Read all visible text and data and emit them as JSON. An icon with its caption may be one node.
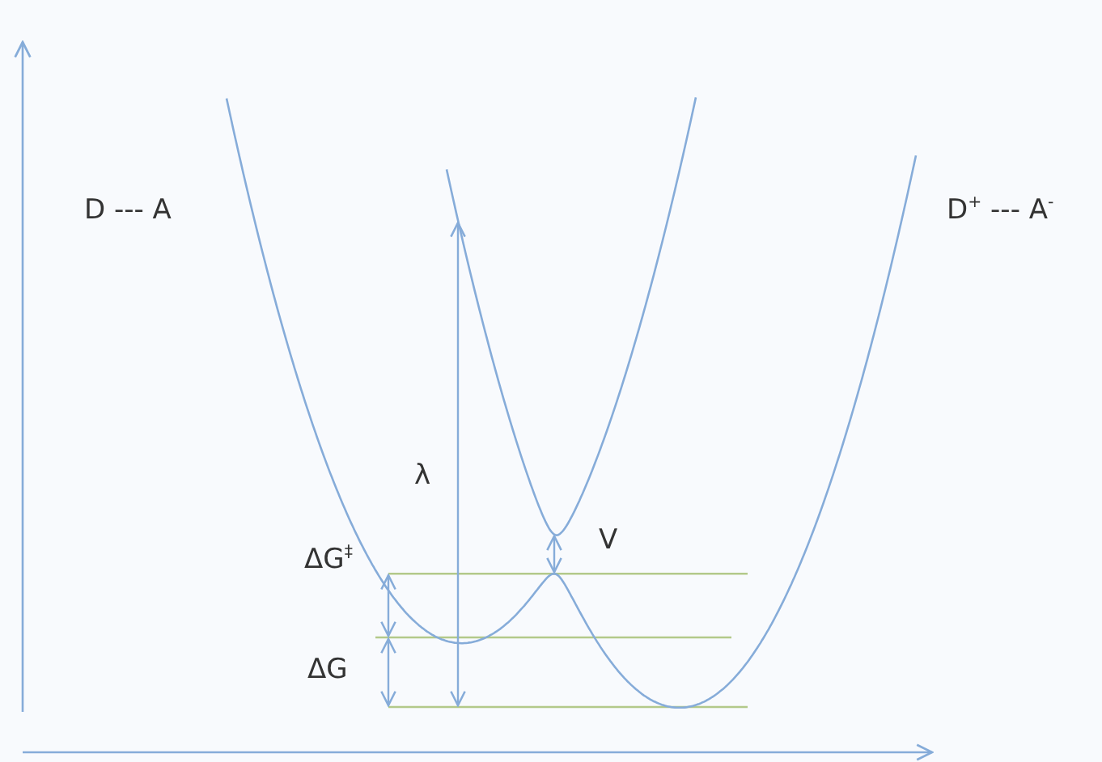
{
  "diagram": {
    "labels": [
      "D --- A",
      "D$^{+}$ --- A$^{-}$",
      "λ",
      "V",
      "ΔG$^{‡}$",
      "ΔG"
    ]
  }
}
